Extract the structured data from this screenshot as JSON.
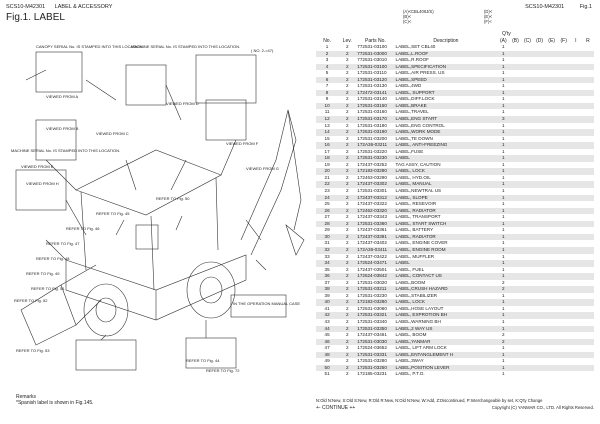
{
  "header": {
    "code": "SCS10-M42301",
    "section": "LABEL & ACCESSORY",
    "fig_title": "Fig.1.  LABEL",
    "right_code": "SCS10-M42301",
    "right_fig": "Fig.1"
  },
  "options": {
    "a": "(A)<CBL400J/S)",
    "b": "(B)<",
    "c": "(C)<",
    "d": "(D)<",
    "e": "(E)<",
    "f": "(F)<"
  },
  "drawing": {
    "callouts": [
      "CANOPY SERIAL No. IS STAMPED INTO THIS LOCATION.",
      "MACHINE SERIAL No. IS STAMPED INTO THIS LOCATION.",
      "MACHINE SERIAL No. IS STAMPED INTO THIS LOCATION.",
      "IN THE OPERATION MANUAL CASE",
      "( NO. 2->47)"
    ],
    "views": [
      "VIEWED FROM A",
      "VIEWED FROM B",
      "VIEWED FROM C",
      "VIEWED FROM D",
      "VIEWED FROM E",
      "VIEWED FROM F",
      "VIEWED FROM G",
      "VIEWED FROM H"
    ],
    "refs": [
      "REFER TO Fig. 45",
      "REFER TO Fig. 46",
      "REFER TO Fig. 47",
      "REFER TO Fig. 48",
      "REFER TO Fig. 49",
      "REFER TO Fig. 50",
      "REFER TO Fig. 51",
      "REFER TO Fig. 52",
      "REFER TO Fig. 53",
      "REFER TO Fig. 44",
      "REFER TO Fig. 72"
    ]
  },
  "remarks": {
    "title": "Remarks",
    "note": "*Spanish label is shown in Fig.145."
  },
  "table": {
    "headers": {
      "no": "No.",
      "lev": "Lev.",
      "pn": "Parts No.",
      "desc": "Description",
      "qty": "Q'ty",
      "i": "I",
      "r": "R",
      "cols": [
        "(A)",
        "(B)",
        "(C)",
        "(D)",
        "(E)",
        "(F)"
      ]
    },
    "rows": [
      [
        "1",
        "2",
        "772531-03100",
        "LABEL,SET CBL40",
        "1"
      ],
      [
        "2",
        "2",
        "772531-03000",
        "LABEL,L.ROOF",
        "1"
      ],
      [
        "3",
        "2",
        "772531-03010",
        "LABEL,R.ROOF",
        "1"
      ],
      [
        "4",
        "2",
        "172531-03100",
        "LABEL,SPECIFICATION",
        "1"
      ],
      [
        "5",
        "2",
        "172531-03110",
        "LABEL,AIR PRESS. US",
        "1"
      ],
      [
        "6",
        "2",
        "172531-03120",
        "LABEL,SPEED",
        "1"
      ],
      [
        "7",
        "2",
        "172531-03130",
        "LABEL,4WD",
        "1"
      ],
      [
        "8",
        "2",
        "172472-03141",
        "LABEL, SUPPORT",
        "1"
      ],
      [
        "9",
        "2",
        "172531-03140",
        "LABEL,DIFF.LOCK",
        "1"
      ],
      [
        "10",
        "2",
        "172531-03150",
        "LABEL,BRAKE",
        "1"
      ],
      [
        "11",
        "2",
        "172531-03160",
        "LABEL,TRAVEL",
        "1"
      ],
      [
        "12",
        "2",
        "172531-03170",
        "LABEL,ENG START",
        "3"
      ],
      [
        "13",
        "2",
        "172531-03180",
        "LABEL,ENG CONTROL",
        "1"
      ],
      [
        "14",
        "2",
        "172531-03190",
        "LABEL,WORK MODE",
        "1"
      ],
      [
        "15",
        "2",
        "172531-03200",
        "LABEL,TE DOWN",
        "1"
      ],
      [
        "16",
        "2",
        "172A36-03211",
        "LABEL, ANTI-FREEZING",
        "1"
      ],
      [
        "17",
        "2",
        "172531-03220",
        "LABEL,FUSE",
        "1"
      ],
      [
        "18",
        "2",
        "172531-03230",
        "LABEL",
        "1"
      ],
      [
        "19",
        "2",
        "172437-03252",
        "TAG ASSY, CAUTION",
        "1"
      ],
      [
        "20",
        "2",
        "172183-03280",
        "LABEL, LOCK",
        "1"
      ],
      [
        "21",
        "2",
        "172463-03290",
        "LABEL, HYD.OIL",
        "1"
      ],
      [
        "22",
        "2",
        "172437-03302",
        "LABEL, MANUAL",
        "1"
      ],
      [
        "23",
        "2",
        "172531-03301",
        "LABEL,NEWTRAL US",
        "1"
      ],
      [
        "24",
        "2",
        "172437-03312",
        "LABEL, SLOPE",
        "1"
      ],
      [
        "25",
        "2",
        "172437-03322",
        "LABEL, RESEVOIR",
        "1"
      ],
      [
        "26",
        "2",
        "172462-03320",
        "LABEL, RADIATOR",
        "1"
      ],
      [
        "27",
        "2",
        "172437-03343",
        "LABEL, TRANSPORT",
        "1"
      ],
      [
        "28",
        "2",
        "172531-03360",
        "LABEL, START SWITCH",
        "1"
      ],
      [
        "29",
        "2",
        "172437-03361",
        "LABEL, BATTERY",
        "1"
      ],
      [
        "30",
        "2",
        "172437-03391",
        "LABEL, RADIATOR",
        "1"
      ],
      [
        "31",
        "2",
        "172437-03402",
        "LABEL, ENGINE COVER",
        "1"
      ],
      [
        "32",
        "2",
        "172A36-03411",
        "LABEL, ENGINE ROOM",
        "1"
      ],
      [
        "33",
        "2",
        "172437-03422",
        "LABEL, MUFFLER",
        "1"
      ],
      [
        "34",
        "2",
        "172524-03471",
        "LABEL",
        "1"
      ],
      [
        "35",
        "2",
        "172437-03501",
        "LABEL, FUEL",
        "1"
      ],
      [
        "36",
        "2",
        "172524-03842",
        "LABEL, CONTACT US",
        "1"
      ],
      [
        "37",
        "2",
        "172531-03020",
        "LABEL,BOOM",
        "2"
      ],
      [
        "38",
        "2",
        "172531-03211",
        "LABEL,CRUSH HAZARD",
        "2"
      ],
      [
        "39",
        "2",
        "172531-03230",
        "LABEL,STABILIZER",
        "1"
      ],
      [
        "40",
        "2",
        "172183-03280",
        "LABEL, LOCK",
        "1"
      ],
      [
        "41",
        "2",
        "172531-03060",
        "LABEL,HOSE LAYOUT",
        "1"
      ],
      [
        "42",
        "2",
        "172531-03321",
        "LABEL, EXPROTION BH",
        "1"
      ],
      [
        "43",
        "2",
        "172531-03340",
        "LABEL,WARNING BH",
        "1"
      ],
      [
        "44",
        "2",
        "172531-03350",
        "LABEL,2 WAY US",
        "1"
      ],
      [
        "45",
        "2",
        "172437-03461",
        "LABEL, BOOM",
        "2"
      ],
      [
        "46",
        "2",
        "172531-03030",
        "LABEL,YANMAR",
        "2"
      ],
      [
        "47",
        "2",
        "172524-03652",
        "LABEL, LIFT ARM LOCK",
        "1"
      ],
      [
        "48",
        "2",
        "172531-03331",
        "LABEL,ENTANGLEMENT H",
        "1"
      ],
      [
        "49",
        "2",
        "172531-03280",
        "LABEL,3WAY",
        "1"
      ],
      [
        "50",
        "2",
        "172531-03250",
        "LABEL,POSITION LEVER",
        "1"
      ],
      [
        "51",
        "2",
        "172185-03231",
        "LABEL, P.T.O.",
        "1"
      ]
    ]
  },
  "footer": {
    "legend": "N:Old  N:New, S:Old  S:New, R:Old  R:New, N:Old  N:New, W:Add, Z:Discontinued, P:Interchangeable by set, K:Q'ty Change",
    "continue": "+- CONTINUE ++",
    "copyright": "Copyright (C)  YANMAR CO., LTD. All Rights Reserved."
  }
}
